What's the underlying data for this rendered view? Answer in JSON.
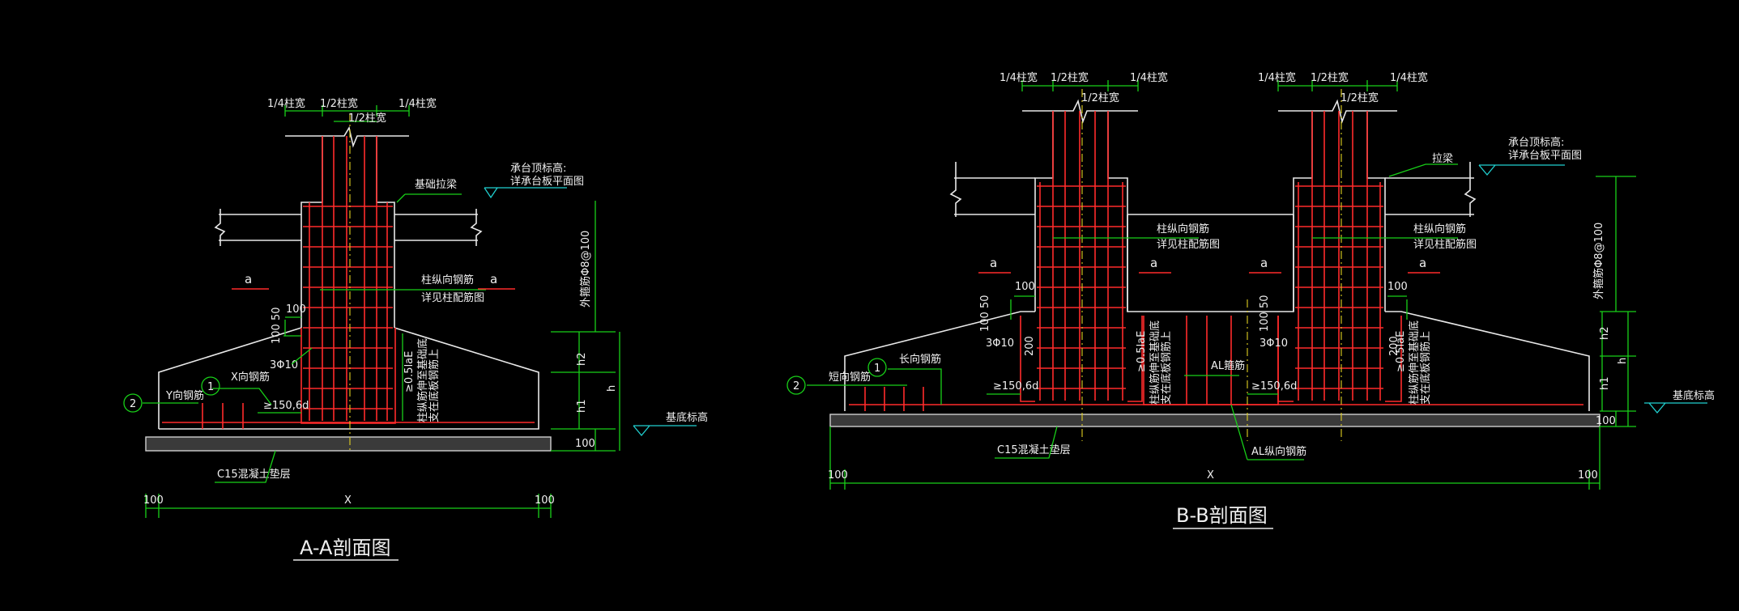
{
  "section_aa": {
    "title": "A-A剖面图",
    "col_quarter_left": "1/4柱宽",
    "col_half": "1/2柱宽",
    "col_quarter_right": "1/4柱宽",
    "col_half_inner": "1/2柱宽",
    "beam_label": "基础拉梁",
    "top_elev_label": "承台顶标高:",
    "top_elev_label2": "详承台板平面图",
    "stirrup_label": "外箍筋Φ8@100",
    "col_bar_label": "柱纵向钢筋",
    "col_bar_label2": "详见柱配筋图",
    "a_left": "a",
    "a_right": "a",
    "d100_a": "100",
    "d100_50": "100 50",
    "bar_3phi10": "3Φ10",
    "x_bar": "X向钢筋",
    "y_bar": "Y向钢筋",
    "anchor_15": "≥150,6d",
    "anchor_05": "≥0.5laE",
    "anchor_note": "柱纵筋伸至基础底",
    "anchor_note2": "支在底板钢筋上",
    "h2": "h2",
    "h": "h",
    "h1": "h1",
    "elev_100": "100",
    "bottom_elev": "基底标高",
    "pad_label": "C15混凝土垫层",
    "dim_left": "100",
    "dim_x": "X",
    "dim_right": "100",
    "marker_1": "1",
    "marker_2": "2"
  },
  "section_bb": {
    "title": "B-B剖面图",
    "col1_quarter_left": "1/4柱宽",
    "col1_half": "1/2柱宽",
    "col1_quarter_right": "1/4柱宽",
    "col1_half_inner": "1/2柱宽",
    "col2_quarter_left": "1/4柱宽",
    "col2_half": "1/2柱宽",
    "col2_quarter_right": "1/4柱宽",
    "col2_half_inner": "1/2柱宽",
    "beam_label": "拉梁",
    "top_elev_label": "承台顶标高:",
    "top_elev_label2": "详承台板平面图",
    "stirrup_label": "外箍筋Φ8@100",
    "col_bar_label_1": "柱纵向钢筋",
    "col_bar_label_1b": "详见柱配筋图",
    "col_bar_label_2": "柱纵向钢筋",
    "col_bar_label_2b": "详见柱配筋图",
    "a1": "a",
    "a2": "a",
    "a3": "a",
    "a4": "a",
    "d100_l": "100",
    "d100_r": "100",
    "d100_50_l": "100 50",
    "d100_50_r": "100 50",
    "bar_3phi10_l": "3Φ10",
    "bar_3phi10_r": "3Φ10",
    "d200_l": "200",
    "d200_r": "200",
    "anchor_15_l": "≥150,6d",
    "anchor_15_r": "≥150,6d",
    "anchor_05_l": "≥0.5laE",
    "anchor_05_r": "≥0.5laE",
    "anchor_note": "柱纵筋伸至基础底",
    "anchor_note2": "支在底板钢筋上",
    "long_bar": "长向钢筋",
    "short_bar": "短向钢筋",
    "al_stirrup": "AL箍筋",
    "al_long_bar": "AL纵向钢筋",
    "h2": "h2",
    "h": "h",
    "h1": "h1",
    "elev_100": "100",
    "bottom_elev": "基底标高",
    "pad_label": "C15混凝土垫层",
    "dim_left": "100",
    "dim_x": "X",
    "dim_right": "100",
    "marker_1": "1",
    "marker_2": "2"
  },
  "colors": {
    "background": "#000000",
    "outline": "#e8e8e8",
    "rebar": "#ff2a2a",
    "dimension": "#18d018",
    "elevation": "#20d0d0",
    "axis": "#e0d020"
  }
}
